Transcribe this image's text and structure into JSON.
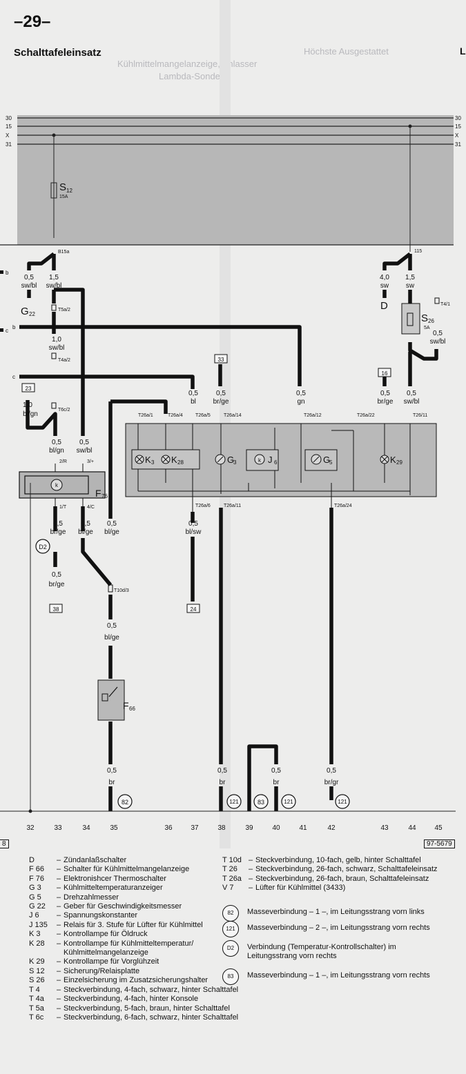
{
  "page": {
    "number": "–29–",
    "title": "Schalttafeleinsatz",
    "ghost_text": [
      "Höchste Ausgestattet",
      "Kühlmittelmangelanzeige, Anlasser",
      "Lambda-Sonde"
    ],
    "right_edge_letter": "L",
    "drawing_number": "97-5679",
    "left_ref": "8"
  },
  "bus": {
    "lines": [
      "30",
      "15",
      "X",
      "31"
    ]
  },
  "fuses": {
    "s12": {
      "name": "S",
      "sub": "12",
      "rating": "15A"
    },
    "s26": {
      "name": "S",
      "sub": "26",
      "rating": "5A"
    }
  },
  "terminals": {
    "b15a": "B15a",
    "t115": "115"
  },
  "wires": {
    "w1": {
      "size": "0,5",
      "color": "sw/bl"
    },
    "w2": {
      "size": "1,5",
      "color": "sw/bl"
    },
    "w3": {
      "size": "1,0",
      "color": "sw/bl"
    },
    "w4": {
      "size": "1,0",
      "color": "bl/gn"
    },
    "w5": {
      "size": "0,5",
      "color": "bl/gn"
    },
    "w6": {
      "size": "0,5",
      "color": "sw/bl"
    },
    "w7": {
      "size": "0,5",
      "color": "br/ge"
    },
    "w8": {
      "size": "0,5",
      "color": "bl/ge"
    },
    "w9": {
      "size": "0,5",
      "color": "bl/ge"
    },
    "w10": {
      "size": "0,5",
      "color": "br/ge"
    },
    "w11": {
      "size": "0,5",
      "color": "bl/ge"
    },
    "w12": {
      "size": "0,5",
      "color": "br"
    },
    "w13": {
      "size": "0,5",
      "color": "bl"
    },
    "w14": {
      "size": "0,5",
      "color": "br/ge"
    },
    "w15": {
      "size": "0,5",
      "color": "gn"
    },
    "w16": {
      "size": "0,5",
      "color": "br/ge"
    },
    "w17": {
      "size": "0,5",
      "color": "sw/bl"
    },
    "w18": {
      "size": "0,5",
      "color": "bl/sw"
    },
    "w19": {
      "size": "0,5",
      "color": "br"
    },
    "w20": {
      "size": "0,5",
      "color": "br"
    },
    "w21": {
      "size": "0,5",
      "color": "br/gr"
    },
    "w22": {
      "size": "4,0",
      "color": "sw"
    },
    "w23": {
      "size": "1,5",
      "color": "sw"
    },
    "w24": {
      "size": "0,5",
      "color": "sw/bl"
    }
  },
  "connectors": {
    "t5a2": "T5a/2",
    "t4a2": "T4a/2",
    "t6c2": "T6c/2",
    "t41": "T4/1",
    "t10d3": "T10d/3",
    "f76_2r": "2/R",
    "f76_3p": "3/+",
    "f76_1t": "1/T",
    "f76_4c": "4/C",
    "t26a1": "T26a/1",
    "t26a4": "T26a/4",
    "t26a5": "T26a/5",
    "t26a14": "T26a/14",
    "t26a12": "T26a/12",
    "t26a22": "T26a/22",
    "t26_11": "T26/11",
    "t26a6": "T26a/6",
    "t26a11": "T26a/11",
    "t26a24": "T26a/24"
  },
  "components": {
    "g22": {
      "name": "G",
      "sub": "22"
    },
    "d": "D",
    "f76": {
      "name": "F",
      "sub": "76"
    },
    "f66": {
      "name": "F",
      "sub": "66"
    },
    "d2": "D2",
    "k3": {
      "name": "K",
      "sub": "3"
    },
    "k28": {
      "name": "K",
      "sub": "28"
    },
    "g3": {
      "name": "G",
      "sub": "3"
    },
    "j6": {
      "name": "J",
      "sub": "6"
    },
    "g5": {
      "name": "G",
      "sub": "5"
    },
    "k29": {
      "name": "K",
      "sub": "29"
    }
  },
  "refs": {
    "r23": "23",
    "r33": "33",
    "r16": "16",
    "r38": "38",
    "r24": "24",
    "left_b": "b",
    "left_c": "c",
    "left_b2": "b"
  },
  "grounds": {
    "g82": "82",
    "g121a": "121",
    "g83": "83",
    "g121b": "121",
    "g121c": "121"
  },
  "current_paths": [
    "32",
    "33",
    "34",
    "35",
    "36",
    "37",
    "38",
    "39",
    "40",
    "41",
    "42",
    "43",
    "44",
    "45"
  ],
  "legend_left": [
    {
      "code": "D",
      "text": "Zündanlaßschalter"
    },
    {
      "code": "F 66",
      "text": "Schalter für Kühlmittelmangelanzeige"
    },
    {
      "code": "F 76",
      "text": "Elektronishcer Thermoschalter"
    },
    {
      "code": "G 3",
      "text": "Kühlmitteltemperaturanzeiger"
    },
    {
      "code": "G 5",
      "text": "Drehzahlmesser"
    },
    {
      "code": "G 22",
      "text": "Geber für Geschwindigkeitsmesser"
    },
    {
      "code": "J 6",
      "text": "Spannungskonstanter"
    },
    {
      "code": "J 135",
      "text": "Relais für 3. Stufe für Lüfter für Kühlmittel"
    },
    {
      "code": "K 3",
      "text": "Kontrollampe für Öldruck"
    },
    {
      "code": "K 28",
      "text": "Kontrollampe für Kühlmitteltemperatur/"
    },
    {
      "code": "",
      "text": "Kühlmittelmangelanzeige"
    },
    {
      "code": "K 29",
      "text": "Kontrollampe für Vorglühzeit"
    },
    {
      "code": "S 12",
      "text": "Sicherung/Relaisplatte"
    },
    {
      "code": "S 26",
      "text": "Einzelsicherung im Zusatzsicherungshalter"
    },
    {
      "code": "T 4",
      "text": "Steckverbindung, 4-fach, schwarz, hinter Schalttafel"
    },
    {
      "code": "T 4a",
      "text": "Steckverbindung, 4-fach, hinter Konsole"
    },
    {
      "code": "T 5a",
      "text": "Steckverbindung, 5-fach, braun, hinter Schalttafel"
    },
    {
      "code": "T 6c",
      "text": "Steckverbindung, 6-fach, schwarz, hinter Schalttafel"
    }
  ],
  "legend_right": [
    {
      "code": "T 10d",
      "text": "Steckverbindung, 10-fach, gelb, hinter Schalttafel"
    },
    {
      "code": "T 26",
      "text": "Steckverbindung, 26-fach, schwarz, Schalttafeleinsatz"
    },
    {
      "code": "T 26a",
      "text": "Steckverbindung, 26-fach, braun, Schalttafeleinsatz"
    },
    {
      "code": "V 7",
      "text": "Lüfter für Kühlmittel (3433)"
    }
  ],
  "mass_legend": [
    {
      "symbol": "82",
      "text": "Masseverbindung – 1 –, im Leitungsstrang vorn links"
    },
    {
      "symbol": "121",
      "text": "Masseverbindung – 2 –, im Leitungsstrang vorn rechts"
    },
    {
      "symbol": "D2",
      "text": "Verbindung (Temperatur-Kontrollschalter) im",
      "text2": "Leitungsstrang vorn rechts"
    },
    {
      "symbol": "83",
      "text": "Masseverbindung – 1 –, im Leitungsstrang vorn rechts"
    }
  ]
}
